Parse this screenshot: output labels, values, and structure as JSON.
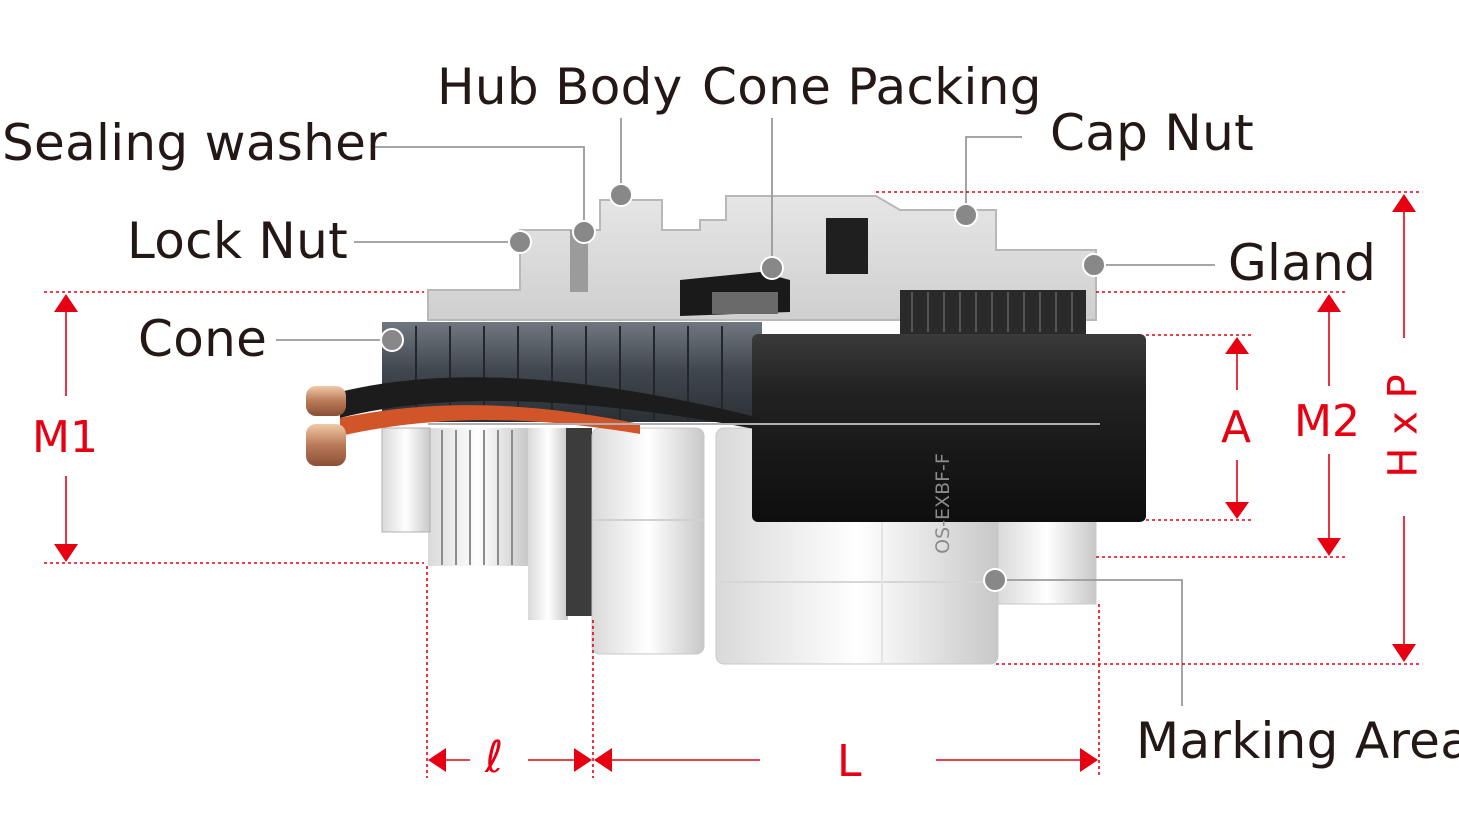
{
  "labels": {
    "hub_body": "Hub Body",
    "cone_packing": "Cone Packing",
    "sealing_washer": "Sealing washer",
    "cap_nut": "Cap Nut",
    "lock_nut": "Lock Nut",
    "gland": "Gland",
    "cone": "Cone",
    "marking_area": "Marking Area"
  },
  "dimensions": {
    "m1": "M1",
    "m2": "M2",
    "a": "A",
    "hxp": "H x P",
    "l_small": "ℓ",
    "l_big": "L"
  },
  "marking_text": "OS-EXBF-F",
  "colors": {
    "label_text": "#231815",
    "dimension_red": "#e60012",
    "leader_gray": "#9a9a9a",
    "dot_gray": "#888888",
    "cable_black": "#1a1a1a"
  }
}
